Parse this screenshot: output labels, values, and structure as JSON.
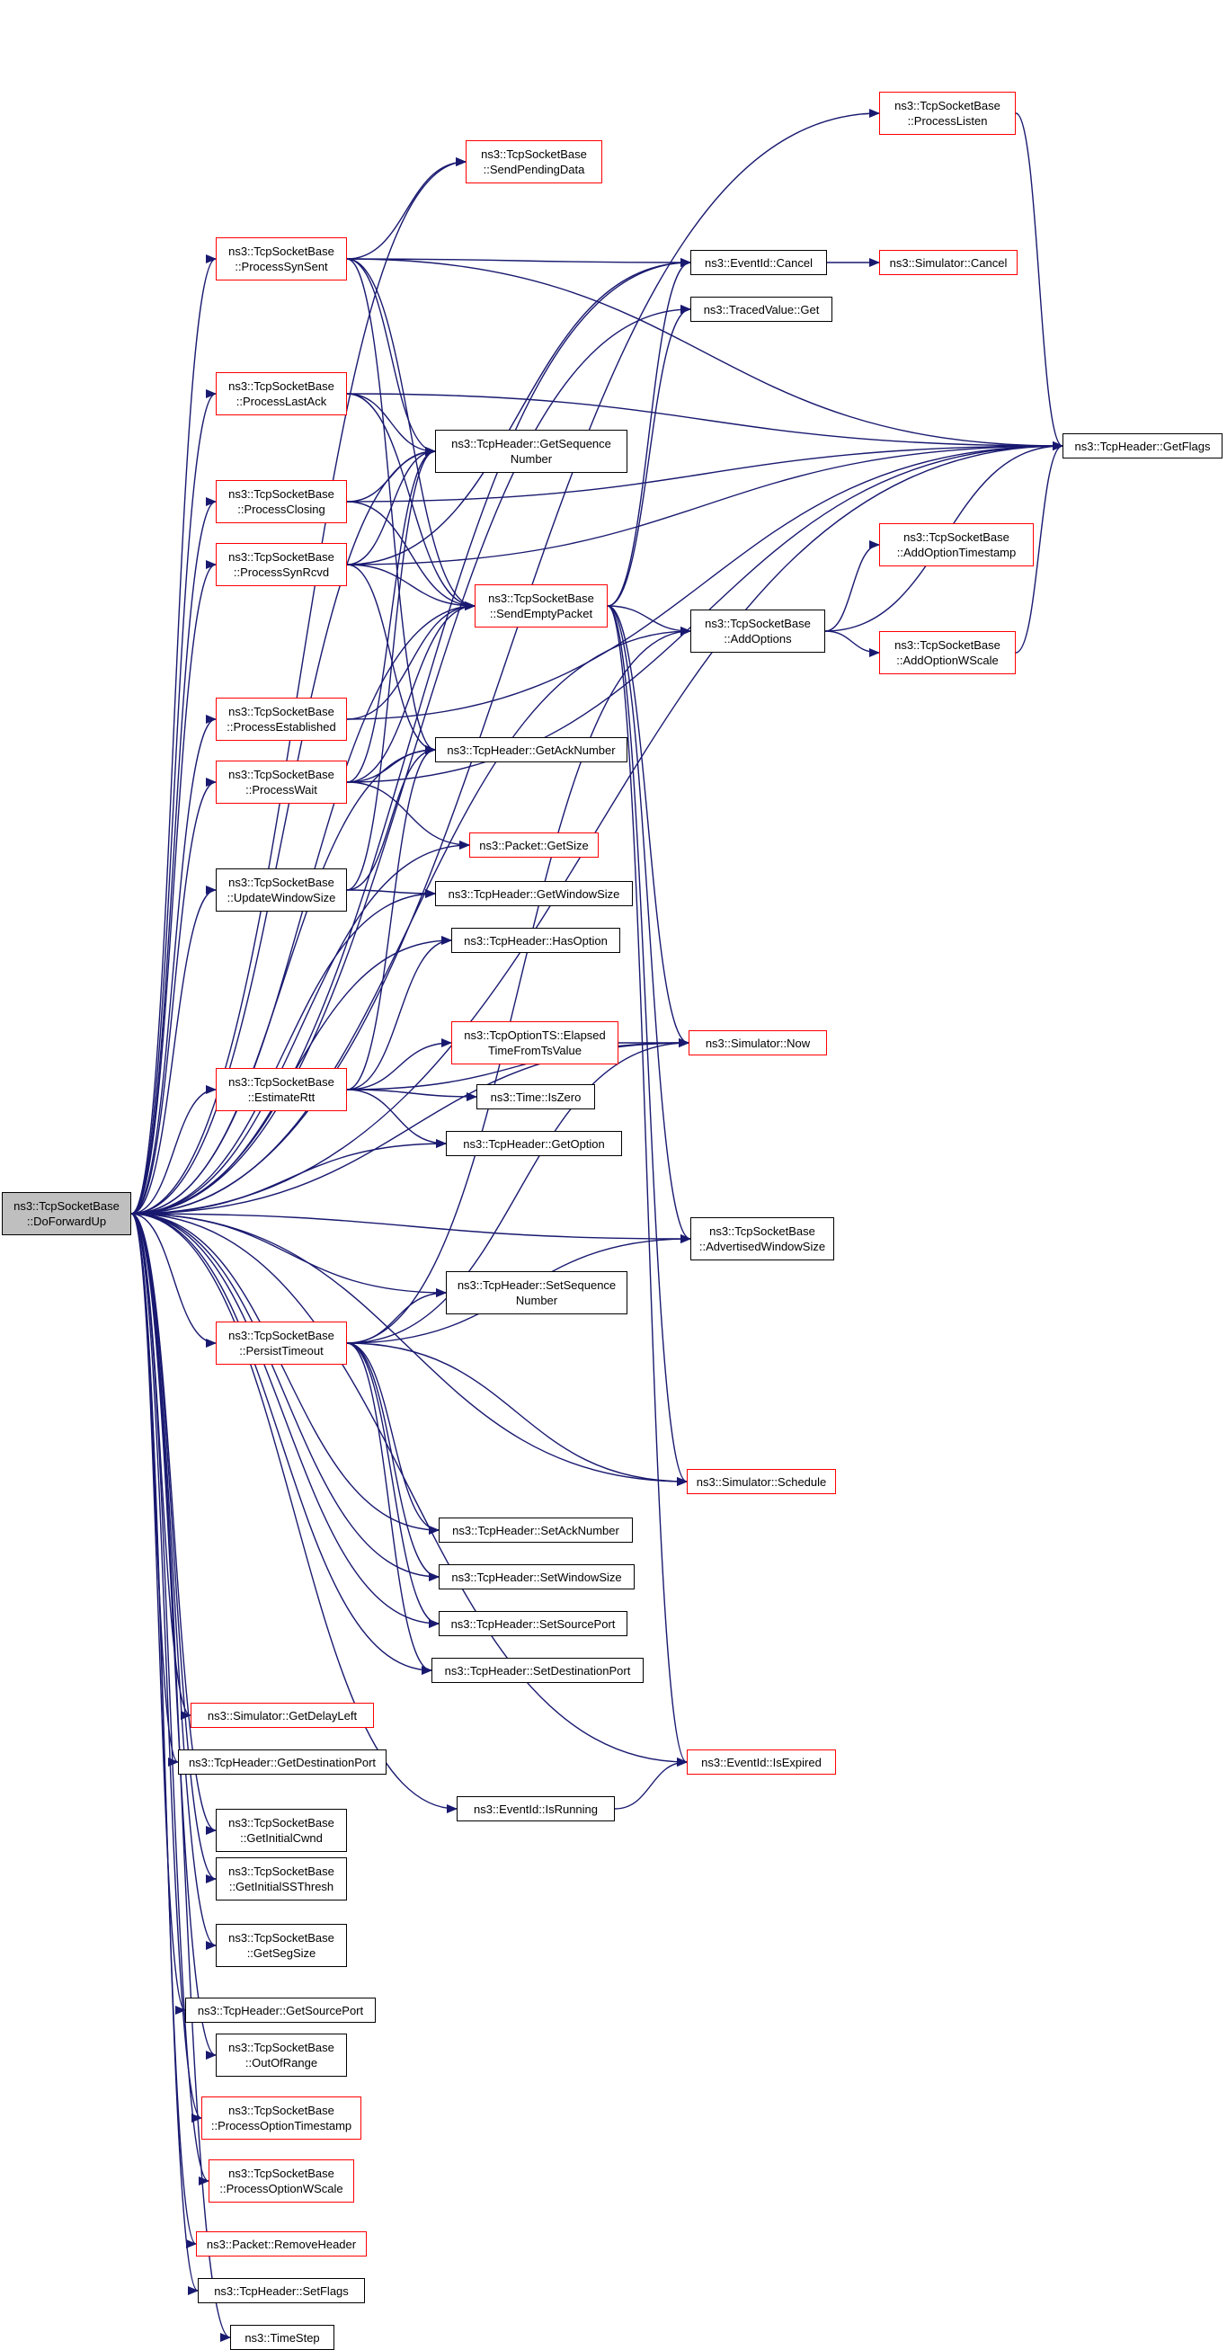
{
  "colors": {
    "edge": "#191970",
    "box_border_default": "#000000",
    "box_border_external": "#ff0000",
    "root_fill": "#bfbfbf"
  },
  "nodes": [
    {
      "id": "root",
      "lines": [
        "ns3::TcpSocketBase",
        "::DoForwardUp"
      ],
      "border": "black",
      "root": true
    },
    {
      "id": "processListen",
      "lines": [
        "ns3::TcpSocketBase",
        "::ProcessListen"
      ],
      "border": "red"
    },
    {
      "id": "sendPendingData",
      "lines": [
        "ns3::TcpSocketBase",
        "::SendPendingData"
      ],
      "border": "red"
    },
    {
      "id": "processSynSent",
      "lines": [
        "ns3::TcpSocketBase",
        "::ProcessSynSent"
      ],
      "border": "red"
    },
    {
      "id": "eventIdCancel",
      "lines": [
        "ns3::EventId::Cancel"
      ],
      "border": "black"
    },
    {
      "id": "simulatorCancel",
      "lines": [
        "ns3::Simulator::Cancel"
      ],
      "border": "red"
    },
    {
      "id": "tracedValueGet",
      "lines": [
        "ns3::TracedValue::Get"
      ],
      "border": "black"
    },
    {
      "id": "processLastAck",
      "lines": [
        "ns3::TcpSocketBase",
        "::ProcessLastAck"
      ],
      "border": "red"
    },
    {
      "id": "getFlags",
      "lines": [
        "ns3::TcpHeader::GetFlags"
      ],
      "border": "black"
    },
    {
      "id": "getSequenceNumber",
      "lines": [
        "ns3::TcpHeader::GetSequence",
        "Number"
      ],
      "border": "black"
    },
    {
      "id": "processClosing",
      "lines": [
        "ns3::TcpSocketBase",
        "::ProcessClosing"
      ],
      "border": "red"
    },
    {
      "id": "addOptionTimestamp",
      "lines": [
        "ns3::TcpSocketBase",
        "::AddOptionTimestamp"
      ],
      "border": "red"
    },
    {
      "id": "processSynRcvd",
      "lines": [
        "ns3::TcpSocketBase",
        "::ProcessSynRcvd"
      ],
      "border": "red"
    },
    {
      "id": "sendEmptyPacket",
      "lines": [
        "ns3::TcpSocketBase",
        "::SendEmptyPacket"
      ],
      "border": "red"
    },
    {
      "id": "addOptions",
      "lines": [
        "ns3::TcpSocketBase",
        "::AddOptions"
      ],
      "border": "black"
    },
    {
      "id": "addOptionWScale",
      "lines": [
        "ns3::TcpSocketBase",
        "::AddOptionWScale"
      ],
      "border": "red"
    },
    {
      "id": "processEstablished",
      "lines": [
        "ns3::TcpSocketBase",
        "::ProcessEstablished"
      ],
      "border": "red"
    },
    {
      "id": "getAckNumber",
      "lines": [
        "ns3::TcpHeader::GetAckNumber"
      ],
      "border": "black"
    },
    {
      "id": "processWait",
      "lines": [
        "ns3::TcpSocketBase",
        "::ProcessWait"
      ],
      "border": "red"
    },
    {
      "id": "packetGetSize",
      "lines": [
        "ns3::Packet::GetSize"
      ],
      "border": "red"
    },
    {
      "id": "updateWindowSize",
      "lines": [
        "ns3::TcpSocketBase",
        "::UpdateWindowSize"
      ],
      "border": "black"
    },
    {
      "id": "getWindowSize",
      "lines": [
        "ns3::TcpHeader::GetWindowSize"
      ],
      "border": "black"
    },
    {
      "id": "hasOption",
      "lines": [
        "ns3::TcpHeader::HasOption"
      ],
      "border": "black"
    },
    {
      "id": "elapsedTime",
      "lines": [
        "ns3::TcpOptionTS::Elapsed",
        "TimeFromTsValue"
      ],
      "border": "red"
    },
    {
      "id": "simulatorNow",
      "lines": [
        "ns3::Simulator::Now"
      ],
      "border": "red"
    },
    {
      "id": "estimateRtt",
      "lines": [
        "ns3::TcpSocketBase",
        "::EstimateRtt"
      ],
      "border": "red"
    },
    {
      "id": "timeIsZero",
      "lines": [
        "ns3::Time::IsZero"
      ],
      "border": "black"
    },
    {
      "id": "getOption",
      "lines": [
        "ns3::TcpHeader::GetOption"
      ],
      "border": "black"
    },
    {
      "id": "advertisedWindowSize",
      "lines": [
        "ns3::TcpSocketBase",
        "::AdvertisedWindowSize"
      ],
      "border": "black"
    },
    {
      "id": "setSequenceNumber",
      "lines": [
        "ns3::TcpHeader::SetSequence",
        "Number"
      ],
      "border": "black"
    },
    {
      "id": "persistTimeout",
      "lines": [
        "ns3::TcpSocketBase",
        "::PersistTimeout"
      ],
      "border": "red"
    },
    {
      "id": "simulatorSchedule",
      "lines": [
        "ns3::Simulator::Schedule"
      ],
      "border": "red"
    },
    {
      "id": "setAckNumber",
      "lines": [
        "ns3::TcpHeader::SetAckNumber"
      ],
      "border": "black"
    },
    {
      "id": "setWindowSize",
      "lines": [
        "ns3::TcpHeader::SetWindowSize"
      ],
      "border": "black"
    },
    {
      "id": "setSourcePort",
      "lines": [
        "ns3::TcpHeader::SetSourcePort"
      ],
      "border": "black"
    },
    {
      "id": "setDestinationPort",
      "lines": [
        "ns3::TcpHeader::SetDestinationPort"
      ],
      "border": "black"
    },
    {
      "id": "getDelayLeft",
      "lines": [
        "ns3::Simulator::GetDelayLeft"
      ],
      "border": "red"
    },
    {
      "id": "eventIdIsExpired",
      "lines": [
        "ns3::EventId::IsExpired"
      ],
      "border": "red"
    },
    {
      "id": "getDestinationPort",
      "lines": [
        "ns3::TcpHeader::GetDestinationPort"
      ],
      "border": "black"
    },
    {
      "id": "eventIdIsRunning",
      "lines": [
        "ns3::EventId::IsRunning"
      ],
      "border": "black"
    },
    {
      "id": "getInitialCwnd",
      "lines": [
        "ns3::TcpSocketBase",
        "::GetInitialCwnd"
      ],
      "border": "black"
    },
    {
      "id": "getInitialSSThresh",
      "lines": [
        "ns3::TcpSocketBase",
        "::GetInitialSSThresh"
      ],
      "border": "black"
    },
    {
      "id": "getSegSize",
      "lines": [
        "ns3::TcpSocketBase",
        "::GetSegSize"
      ],
      "border": "black"
    },
    {
      "id": "getSourcePort",
      "lines": [
        "ns3::TcpHeader::GetSourcePort"
      ],
      "border": "black"
    },
    {
      "id": "outOfRange",
      "lines": [
        "ns3::TcpSocketBase",
        "::OutOfRange"
      ],
      "border": "black"
    },
    {
      "id": "processOptionTimestamp",
      "lines": [
        "ns3::TcpSocketBase",
        "::ProcessOptionTimestamp"
      ],
      "border": "red"
    },
    {
      "id": "processOptionWScale",
      "lines": [
        "ns3::TcpSocketBase",
        "::ProcessOptionWScale"
      ],
      "border": "red"
    },
    {
      "id": "removeHeader",
      "lines": [
        "ns3::Packet::RemoveHeader"
      ],
      "border": "red"
    },
    {
      "id": "setFlags",
      "lines": [
        "ns3::TcpHeader::SetFlags"
      ],
      "border": "black"
    },
    {
      "id": "timeStep",
      "lines": [
        "ns3::TimeStep"
      ],
      "border": "black"
    }
  ],
  "edges": [
    [
      "root",
      "processListen"
    ],
    [
      "root",
      "sendPendingData"
    ],
    [
      "root",
      "processSynSent"
    ],
    [
      "root",
      "eventIdCancel"
    ],
    [
      "root",
      "tracedValueGet"
    ],
    [
      "root",
      "processLastAck"
    ],
    [
      "root",
      "getFlags"
    ],
    [
      "root",
      "getSequenceNumber"
    ],
    [
      "root",
      "processClosing"
    ],
    [
      "root",
      "processSynRcvd"
    ],
    [
      "root",
      "sendEmptyPacket"
    ],
    [
      "root",
      "addOptions"
    ],
    [
      "root",
      "processEstablished"
    ],
    [
      "root",
      "getAckNumber"
    ],
    [
      "root",
      "processWait"
    ],
    [
      "root",
      "packetGetSize"
    ],
    [
      "root",
      "updateWindowSize"
    ],
    [
      "root",
      "getWindowSize"
    ],
    [
      "root",
      "hasOption"
    ],
    [
      "root",
      "estimateRtt"
    ],
    [
      "root",
      "getOption"
    ],
    [
      "root",
      "simulatorNow"
    ],
    [
      "root",
      "advertisedWindowSize"
    ],
    [
      "root",
      "setSequenceNumber"
    ],
    [
      "root",
      "persistTimeout"
    ],
    [
      "root",
      "simulatorSchedule"
    ],
    [
      "root",
      "setAckNumber"
    ],
    [
      "root",
      "setWindowSize"
    ],
    [
      "root",
      "setSourcePort"
    ],
    [
      "root",
      "setDestinationPort"
    ],
    [
      "root",
      "eventIdIsExpired"
    ],
    [
      "root",
      "getDelayLeft"
    ],
    [
      "root",
      "getDestinationPort"
    ],
    [
      "root",
      "eventIdIsRunning"
    ],
    [
      "root",
      "getInitialCwnd"
    ],
    [
      "root",
      "getInitialSSThresh"
    ],
    [
      "root",
      "getSegSize"
    ],
    [
      "root",
      "getSourcePort"
    ],
    [
      "root",
      "outOfRange"
    ],
    [
      "root",
      "processOptionTimestamp"
    ],
    [
      "root",
      "processOptionWScale"
    ],
    [
      "root",
      "removeHeader"
    ],
    [
      "root",
      "setFlags"
    ],
    [
      "root",
      "timeStep"
    ],
    [
      "processListen",
      "getFlags"
    ],
    [
      "processSynSent",
      "sendPendingData"
    ],
    [
      "processSynSent",
      "eventIdCancel"
    ],
    [
      "processSynSent",
      "getFlags"
    ],
    [
      "processSynSent",
      "getSequenceNumber"
    ],
    [
      "processSynSent",
      "sendEmptyPacket"
    ],
    [
      "processSynSent",
      "getAckNumber"
    ],
    [
      "eventIdCancel",
      "simulatorCancel"
    ],
    [
      "processLastAck",
      "getFlags"
    ],
    [
      "processLastAck",
      "getSequenceNumber"
    ],
    [
      "processLastAck",
      "sendEmptyPacket"
    ],
    [
      "processClosing",
      "getFlags"
    ],
    [
      "processClosing",
      "getSequenceNumber"
    ],
    [
      "processClosing",
      "sendEmptyPacket"
    ],
    [
      "processSynRcvd",
      "eventIdCancel"
    ],
    [
      "processSynRcvd",
      "getFlags"
    ],
    [
      "processSynRcvd",
      "getSequenceNumber"
    ],
    [
      "processSynRcvd",
      "sendEmptyPacket"
    ],
    [
      "processSynRcvd",
      "getAckNumber"
    ],
    [
      "sendEmptyPacket",
      "eventIdCancel"
    ],
    [
      "sendEmptyPacket",
      "tracedValueGet"
    ],
    [
      "sendEmptyPacket",
      "addOptions"
    ],
    [
      "sendEmptyPacket",
      "simulatorNow"
    ],
    [
      "sendEmptyPacket",
      "advertisedWindowSize"
    ],
    [
      "sendEmptyPacket",
      "simulatorSchedule"
    ],
    [
      "sendEmptyPacket",
      "eventIdIsExpired"
    ],
    [
      "addOptions",
      "getFlags"
    ],
    [
      "addOptions",
      "addOptionTimestamp"
    ],
    [
      "addOptions",
      "addOptionWScale"
    ],
    [
      "addOptionWScale",
      "getFlags"
    ],
    [
      "processEstablished",
      "getFlags"
    ],
    [
      "processEstablished",
      "sendEmptyPacket"
    ],
    [
      "processWait",
      "getFlags"
    ],
    [
      "processWait",
      "getSequenceNumber"
    ],
    [
      "processWait",
      "sendEmptyPacket"
    ],
    [
      "processWait",
      "getAckNumber"
    ],
    [
      "processWait",
      "packetGetSize"
    ],
    [
      "updateWindowSize",
      "getSequenceNumber"
    ],
    [
      "updateWindowSize",
      "getAckNumber"
    ],
    [
      "updateWindowSize",
      "getWindowSize"
    ],
    [
      "estimateRtt",
      "getAckNumber"
    ],
    [
      "estimateRtt",
      "hasOption"
    ],
    [
      "estimateRtt",
      "elapsedTime"
    ],
    [
      "estimateRtt",
      "simulatorNow"
    ],
    [
      "estimateRtt",
      "timeIsZero"
    ],
    [
      "estimateRtt",
      "getOption"
    ],
    [
      "elapsedTime",
      "simulatorNow"
    ],
    [
      "persistTimeout",
      "setSequenceNumber"
    ],
    [
      "persistTimeout",
      "simulatorNow"
    ],
    [
      "persistTimeout",
      "addOptions"
    ],
    [
      "persistTimeout",
      "advertisedWindowSize"
    ],
    [
      "persistTimeout",
      "simulatorSchedule"
    ],
    [
      "persistTimeout",
      "setAckNumber"
    ],
    [
      "persistTimeout",
      "setWindowSize"
    ],
    [
      "persistTimeout",
      "setSourcePort"
    ],
    [
      "persistTimeout",
      "setDestinationPort"
    ],
    [
      "eventIdIsRunning",
      "eventIdIsExpired"
    ]
  ]
}
